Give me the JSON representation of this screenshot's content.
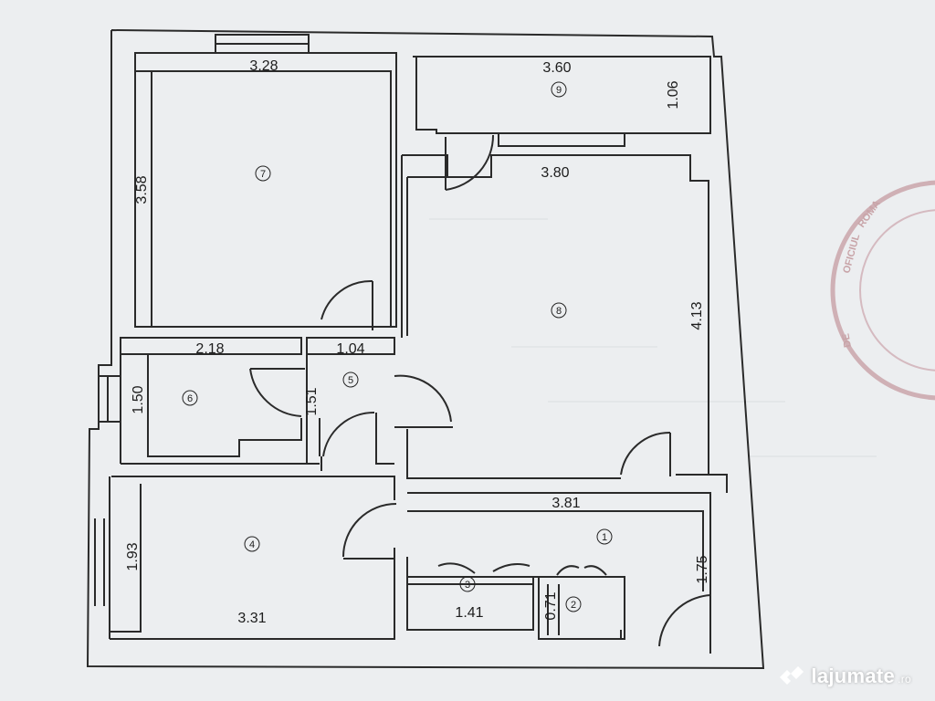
{
  "rooms": [
    {
      "id": "room-1",
      "number": "1"
    },
    {
      "id": "room-2",
      "number": "2"
    },
    {
      "id": "room-3",
      "number": "3"
    },
    {
      "id": "room-4",
      "number": "4"
    },
    {
      "id": "room-5",
      "number": "5"
    },
    {
      "id": "room-6",
      "number": "6"
    },
    {
      "id": "room-7",
      "number": "7"
    },
    {
      "id": "room-8",
      "number": "8"
    },
    {
      "id": "room-9",
      "number": "9"
    }
  ],
  "dimensions": {
    "room7_width": "3.28",
    "room7_height": "3.58",
    "room9_width": "3.60",
    "room9_depth": "1.06",
    "room8_width": "3.80",
    "room8_height": "4.13",
    "room6_width": "2.18",
    "room6_height": "1.50",
    "room5_width": "1.04",
    "room5_height": "1.51",
    "room4_height": "1.93",
    "room4_width": "3.31",
    "room1_width": "3.81",
    "room1_height": "1.75",
    "room3_width": "1.41",
    "room2_width": "0.71"
  },
  "stamp": {
    "text": "ROMANIA • Ministerul Administratiei • OFICIUL DE CADASTRU",
    "color": "#c8a4a8"
  },
  "watermark": {
    "brand": "lajumate",
    "tld": ".ro"
  },
  "colors": {
    "paper": "#eceef0",
    "ink": "#2a2a2a"
  }
}
